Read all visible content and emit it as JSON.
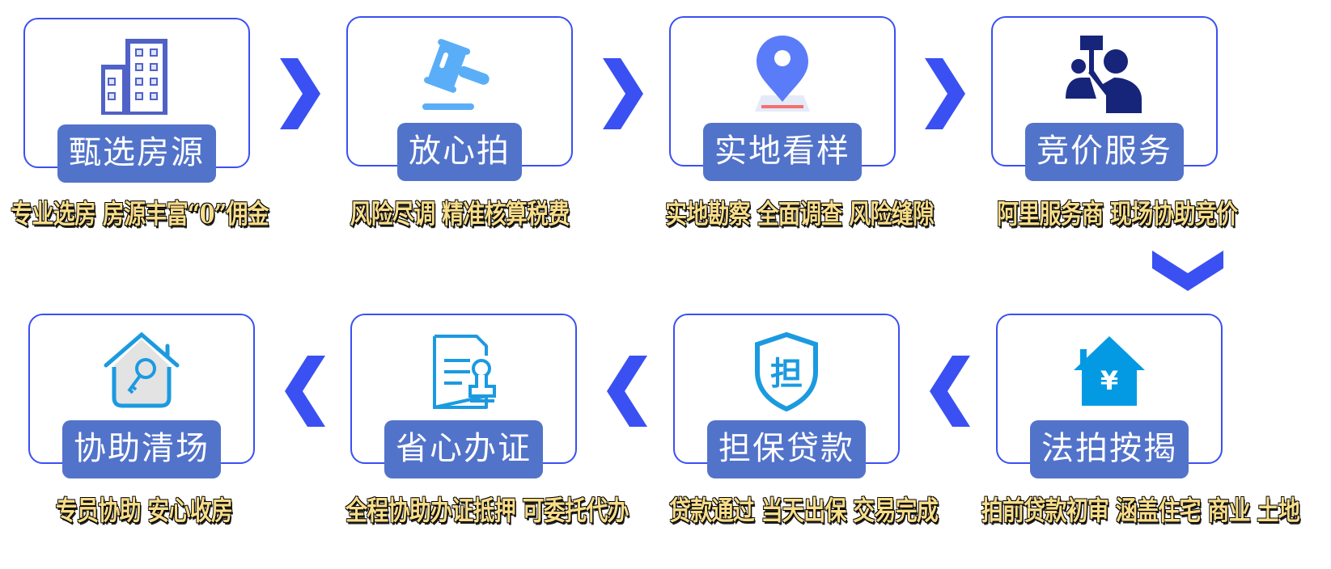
{
  "colors": {
    "card_border": "#3a50f2",
    "pill_bg": "#5273ca",
    "arrow": "#3a50f2",
    "caption_fill": "#f8dd8a",
    "caption_outline": "#000000"
  },
  "steps": [
    {
      "label": "甄选房源",
      "caption": "专业选房 房源丰富“0”佣金",
      "icon": "office-building-icon"
    },
    {
      "label": "放心拍",
      "caption": "风险尽调 精准核算税费",
      "icon": "auction-gavel-icon"
    },
    {
      "label": "实地看样",
      "caption": "实地勘察 全面调查 风险缝隙",
      "icon": "location-pin-icon"
    },
    {
      "label": "竞价服务",
      "caption": "阿里服务商 现场协助竞价",
      "icon": "bidding-people-icon"
    },
    {
      "label": "法拍按揭",
      "caption": "拍前贷款初审 涵盖住宅 商业 土地",
      "icon": "house-yen-icon"
    },
    {
      "label": "担保贷款",
      "caption": "贷款通过 当天出保 交易完成",
      "icon": "shield-guarantee-icon"
    },
    {
      "label": "省心办证",
      "caption": "全程协助办证抵押 可委托代办",
      "icon": "document-stamp-icon"
    },
    {
      "label": "协助清场",
      "caption": "专员协助 安心收房",
      "icon": "house-key-icon"
    }
  ],
  "arrows": [
    "right",
    "right",
    "right",
    "down",
    "left",
    "left",
    "left"
  ]
}
